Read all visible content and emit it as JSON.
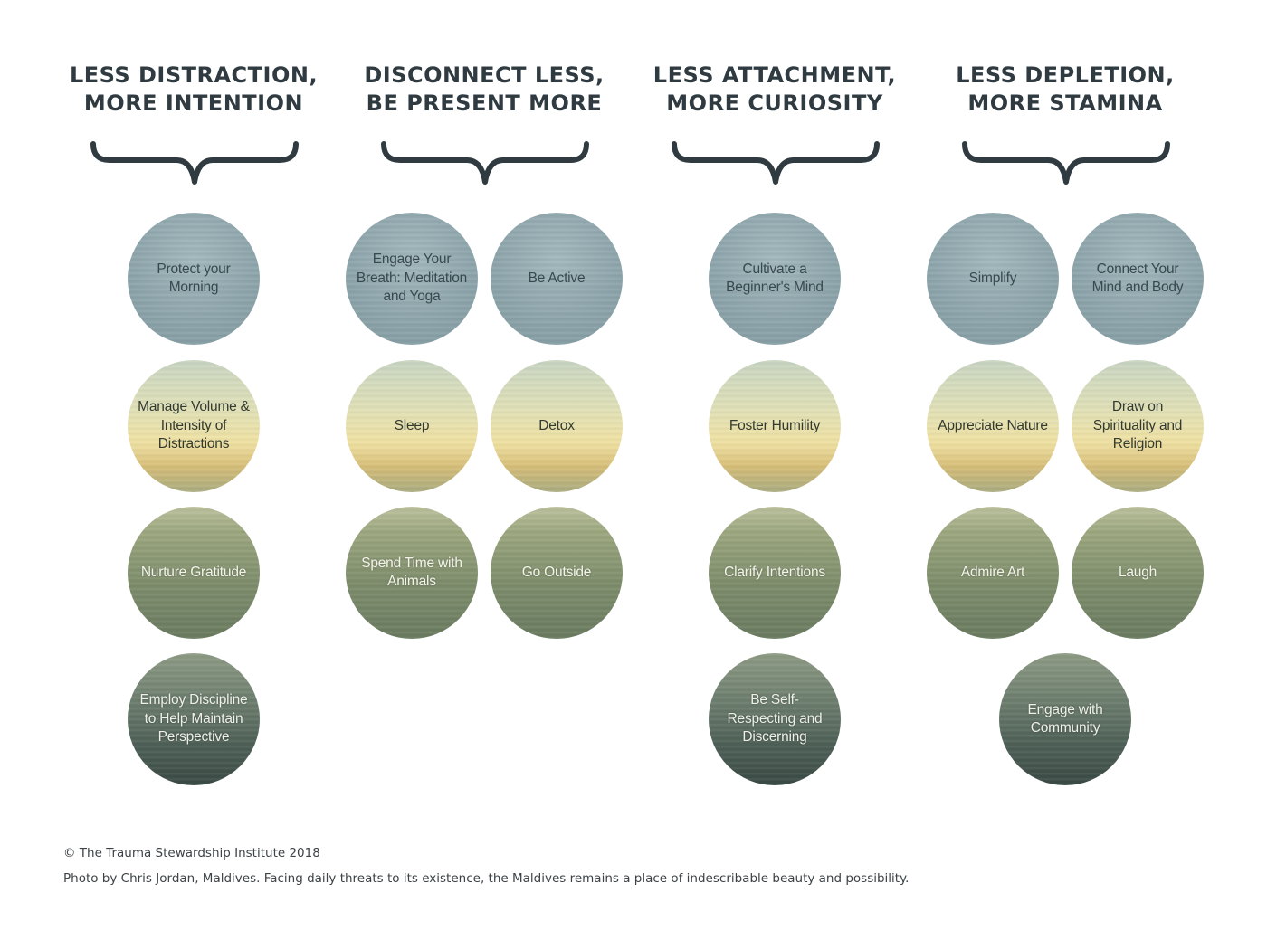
{
  "columns": [
    {
      "heading": [
        "LESS DISTRACTION,",
        "MORE INTENTION"
      ],
      "rows": [
        [
          "Protect your Morning"
        ],
        [
          "Manage Volume & Intensity of Distractions"
        ],
        [
          "Nurture Gratitude"
        ],
        [
          "Employ Discipline to Help Maintain Perspective"
        ]
      ]
    },
    {
      "heading": [
        "DISCONNECT LESS,",
        "BE PRESENT MORE"
      ],
      "rows": [
        [
          "Engage Your Breath: Meditation and Yoga",
          "Be Active"
        ],
        [
          "Sleep",
          "Detox"
        ],
        [
          "Spend Time with Animals",
          "Go Outside"
        ]
      ]
    },
    {
      "heading": [
        "LESS ATTACHMENT,",
        "MORE CURIOSITY"
      ],
      "rows": [
        [
          "Cultivate a Beginner's Mind"
        ],
        [
          "Foster Humility"
        ],
        [
          "Clarify Intentions"
        ],
        [
          "Be Self-Respecting and Discerning"
        ]
      ]
    },
    {
      "heading": [
        "LESS DEPLETION,",
        "MORE STAMINA"
      ],
      "rows": [
        [
          "Simplify",
          "Connect Your Mind and Body"
        ],
        [
          "Appreciate Nature",
          "Draw on Spirituality and Religion"
        ],
        [
          "Admire Art",
          "Laugh"
        ],
        [
          "Engage with Community"
        ]
      ]
    }
  ],
  "footer": {
    "copyright": "© The Trauma Stewardship Institute 2018",
    "photo_credit": "Photo by Chris Jordan, Maldives. Facing daily threats to its existence, the Maldives remains a place of indescribable beauty and possibility."
  },
  "colors": {
    "heading": "#2f3b41",
    "sky": "#8ea6ac",
    "horizon": "#f0e2a4",
    "sea": "#4d5f56"
  }
}
